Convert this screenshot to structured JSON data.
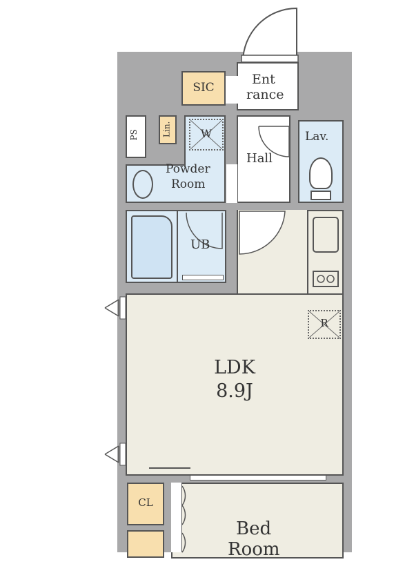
{
  "floor_plan": {
    "rooms": {
      "entrance": "Ent\nrance",
      "entrance_line1": "Ent",
      "entrance_line2": "rance",
      "sic": "SIC",
      "ps": "PS",
      "linen": "Lin.",
      "washer": "W",
      "powder_room_line1": "Powder",
      "powder_room_line2": "Room",
      "hall": "Hall",
      "lavatory": "Lav.",
      "unit_bath": "UB",
      "refrigerator": "R",
      "ldk": "LDK",
      "ldk_size": "8.9J",
      "closet": "CL",
      "bedroom_line1": "Bed",
      "bedroom_line2": "Room"
    },
    "colors": {
      "wall": "#a9a9aa",
      "wet_area": "#dcebf6",
      "living": "#efede2",
      "storage": "#f8dfae"
    }
  }
}
